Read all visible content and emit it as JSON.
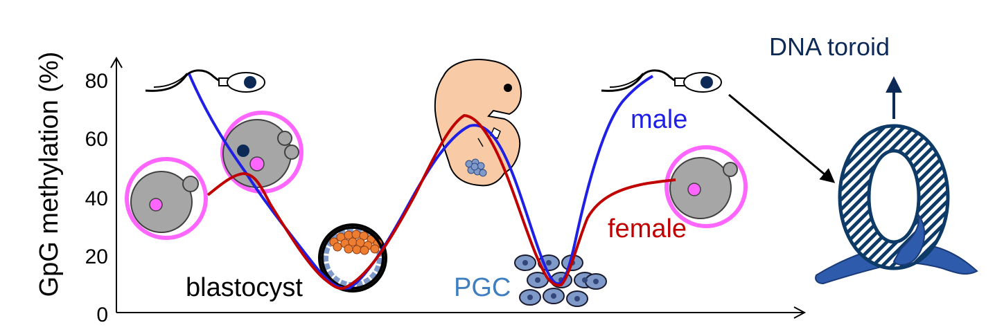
{
  "axis": {
    "ylabel": "GpG methylation (%)",
    "yticks": [
      "0",
      "20",
      "40",
      "60",
      "80"
    ]
  },
  "labels": {
    "blastocyst": "blastocyst",
    "pgc": "PGC",
    "male": "male",
    "female": "female",
    "dna_toroid": "DNA toroid"
  },
  "colors": {
    "male": "#1f1fe6",
    "female": "#c00000",
    "dna_toroid_title": "#0d2a57",
    "pgc_label": "#3f7fc0",
    "egg_zona": "#ff66ff",
    "egg_cytoplasm": "#a6a6a6",
    "pronucleus_female": "#ff66ff",
    "pronucleus_male": "#0d2a57",
    "embryo": "#f8cba6",
    "blastocyst_icm": "#ed7d31",
    "pgc_cells": "#7f99c9",
    "toroid": "#0d3a66",
    "dna_strand": "#2e5bab"
  },
  "icons": [
    "sperm-icon",
    "zygote-icon",
    "oocyte-icon",
    "blastocyst-icon",
    "embryo-icon",
    "pgc-cluster-icon",
    "dna-toroid-icon"
  ]
}
